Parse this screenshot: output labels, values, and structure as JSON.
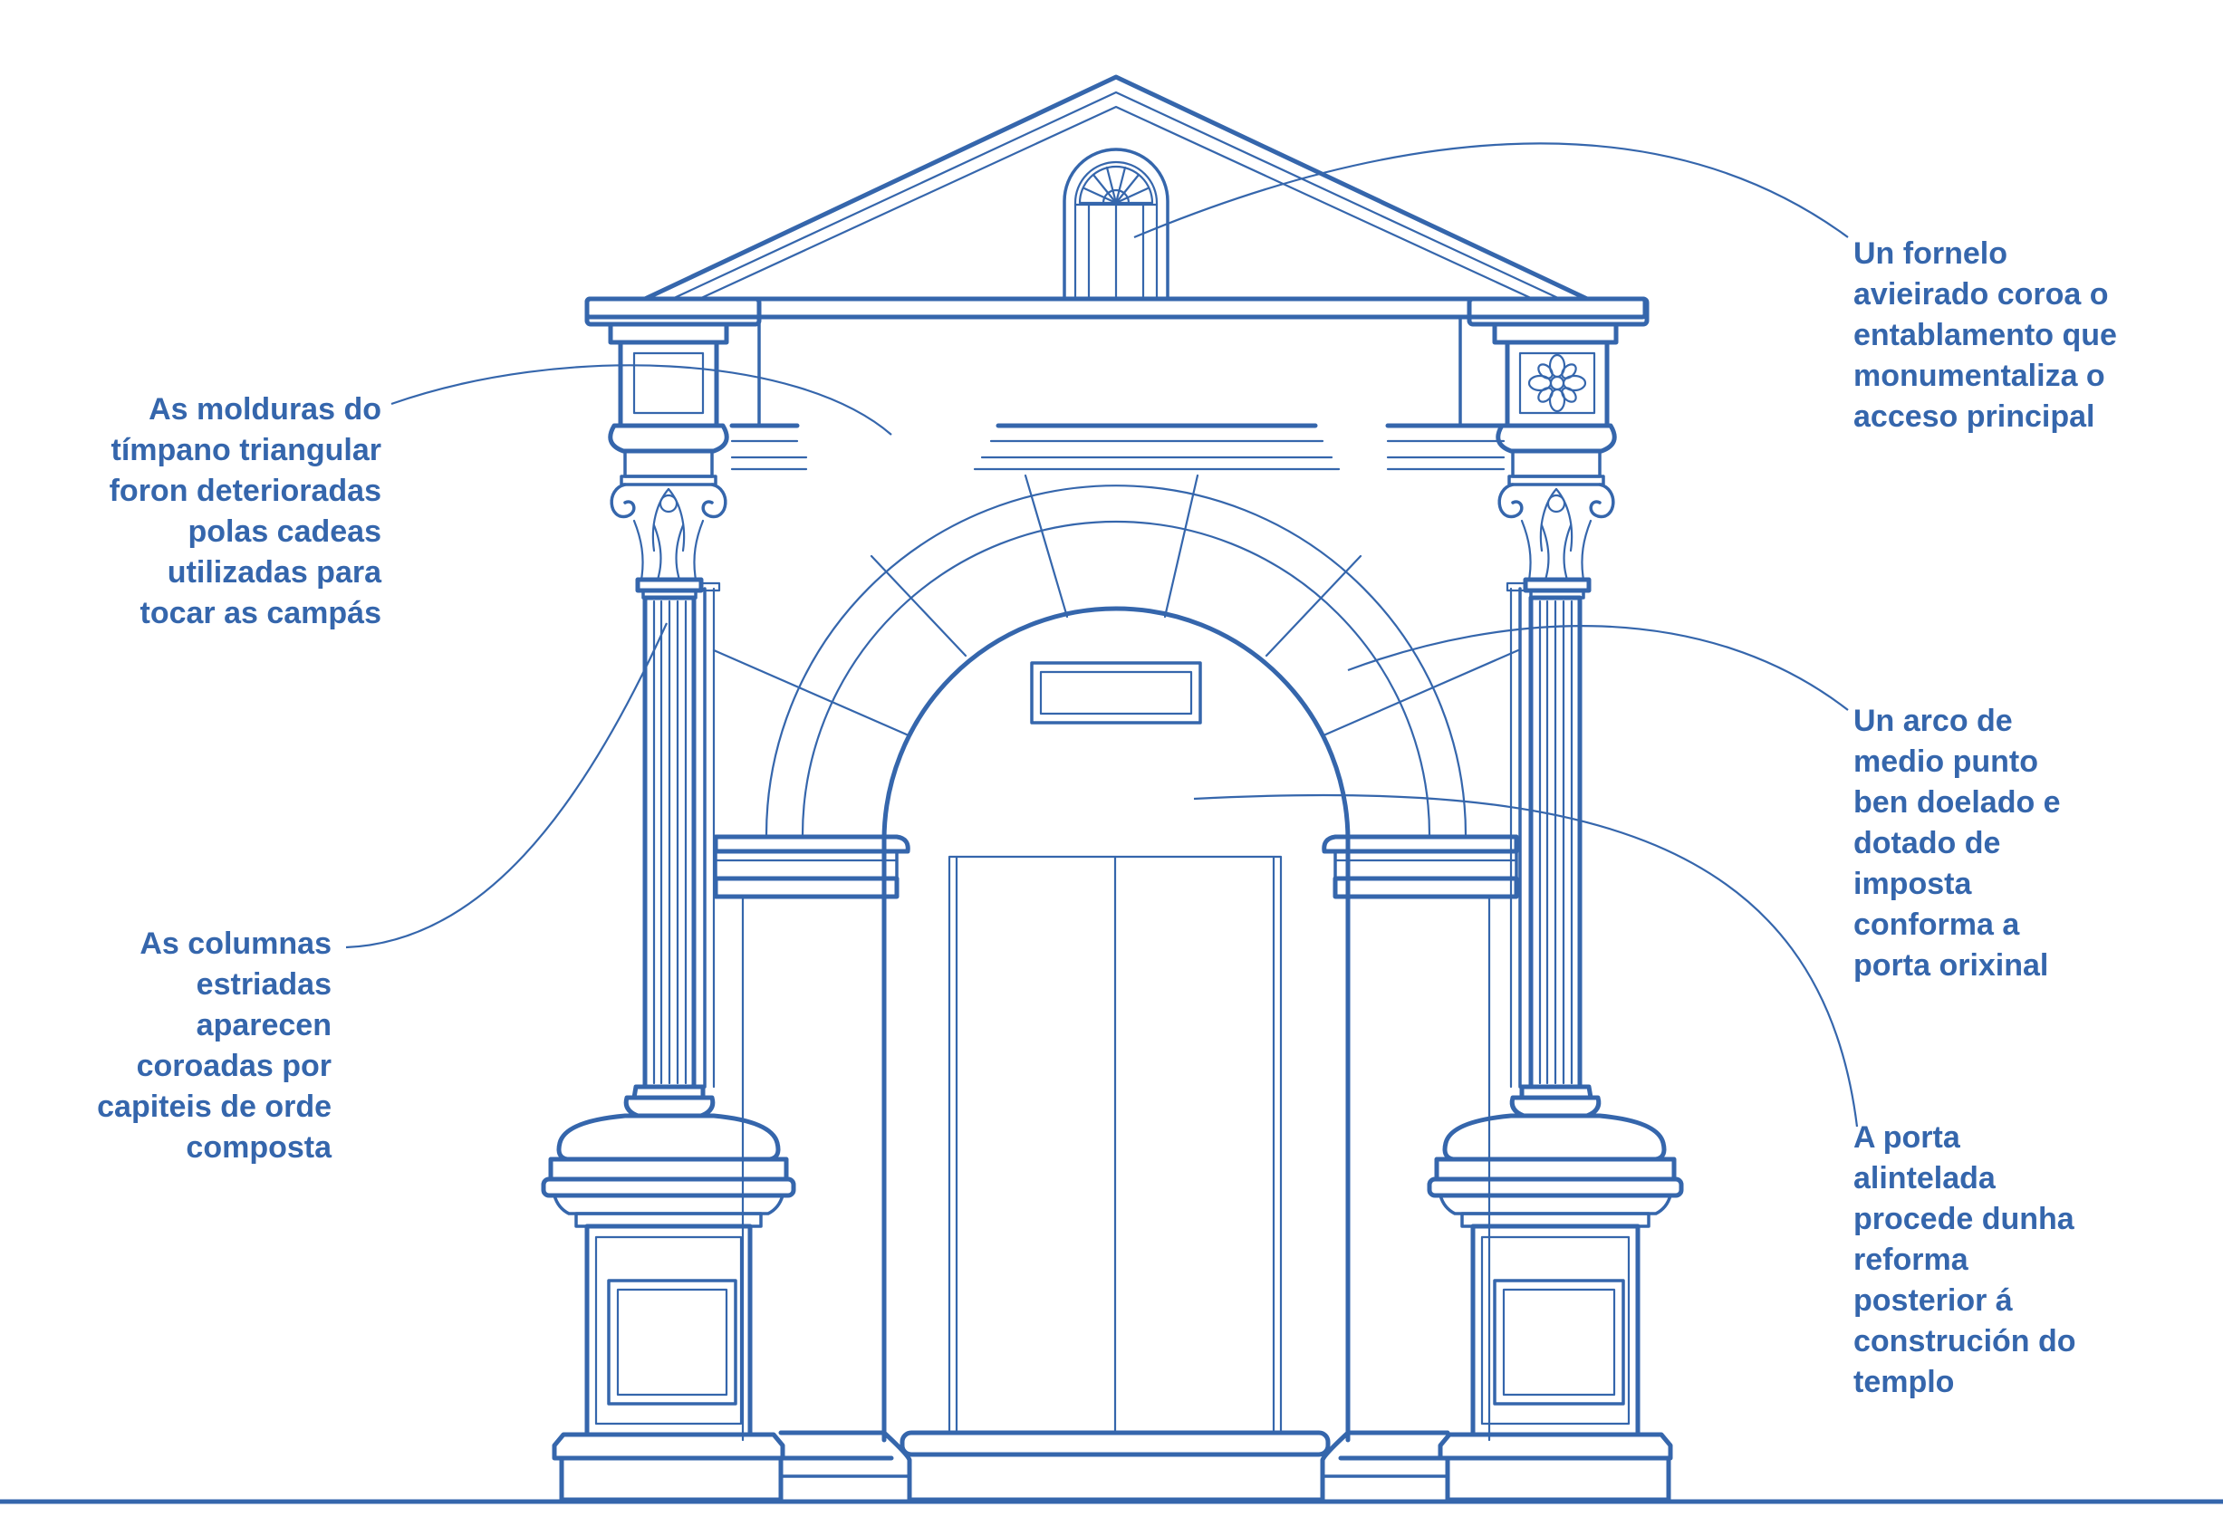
{
  "colors": {
    "ink": "#3566ac",
    "background": "#ffffff"
  },
  "annotations": {
    "pediment_mouldings": "As molduras do\ntímpano triangular\nforon deterioradas\npolas cadeas\nutilizadas para\ntocar as campás",
    "fluted_columns": "As columnas\nestriadas\naparecen\ncoroadas por\ncapiteis de orde\ncomposta",
    "scalloped_niche": "Un fornelo\navieirado coroa o\nentablamento que\nmonumentaliza o\nacceso principal",
    "round_arch": "Un arco de\nmedio punto\nben doelado e\ndotado de\nimposta\nconforma a\nporta orixinal",
    "lintel_door": "A porta\nalintelada\nprocede dunha\nreforma\nposterior á\nconstrución do\ntemplo"
  },
  "icons": {
    "scallop": "scallop-shell-icon",
    "rosette": "rosette-icon"
  }
}
